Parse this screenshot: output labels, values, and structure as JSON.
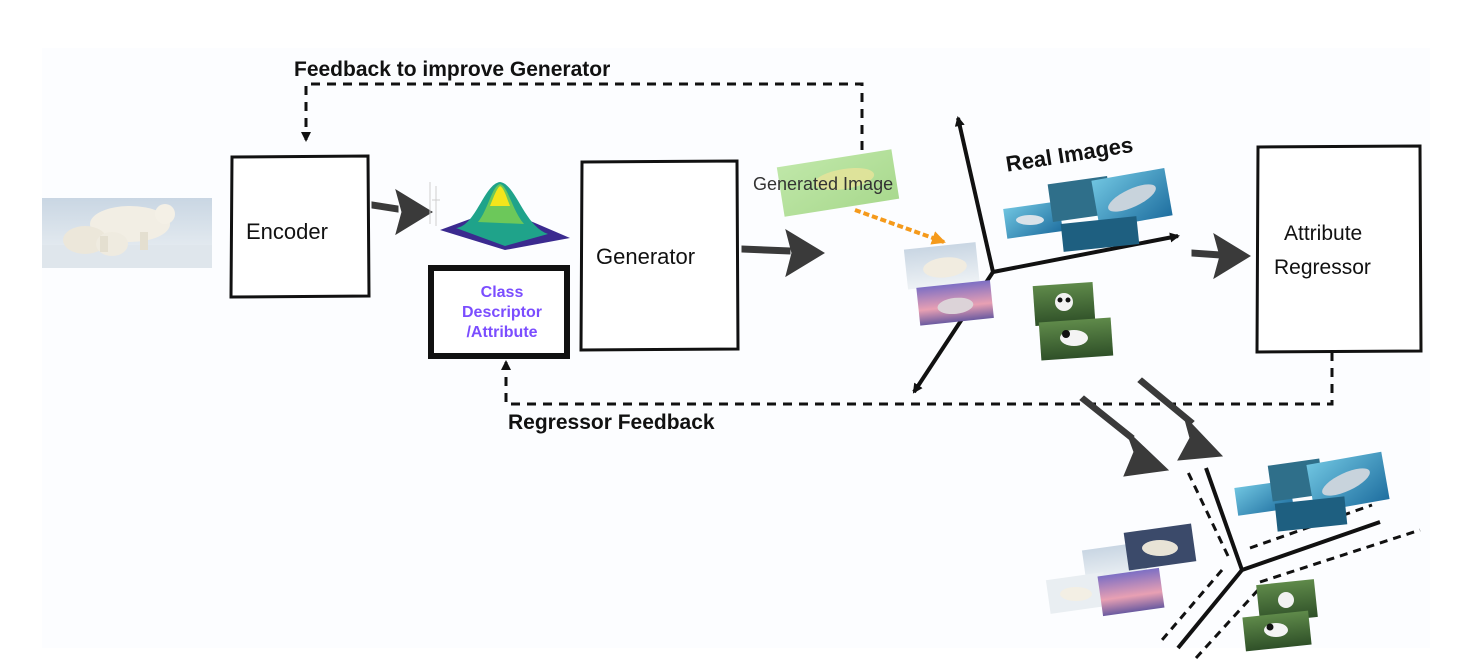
{
  "labels": {
    "feedback_generator": "Feedback to improve Generator",
    "encoder": "Encoder",
    "generator": "Generator",
    "attribute_regressor_line1": "Attribute",
    "attribute_regressor_line2": "Regressor",
    "class_descriptor_line1": "Class",
    "class_descriptor_line2": "Descriptor",
    "class_descriptor_line3": "/Attribute",
    "generated_image": "Generated Image",
    "real_images": "Real Images",
    "regressor_feedback": "Regressor Feedback"
  },
  "colors": {
    "background": "#fcfdff",
    "box_border": "#111111",
    "class_descriptor_text": "#7b4dff",
    "orange_arrow": "#f59a1b",
    "sketch_arrow": "#3a3a3a",
    "gaussian_peak": "#f2e51b",
    "gaussian_mid": "#1fa38a",
    "gaussian_base": "#3b2a8f"
  },
  "icons": {
    "input_photo": "polar-bear-photo",
    "gaussian": "gaussian-surface-icon",
    "generated_photo": "generated-bear-thumbnail",
    "dolphin_photos": "dolphin-thumbnails",
    "bear_photos": "polar-bear-thumbnails",
    "panda_photos": "panda-thumbnails"
  }
}
